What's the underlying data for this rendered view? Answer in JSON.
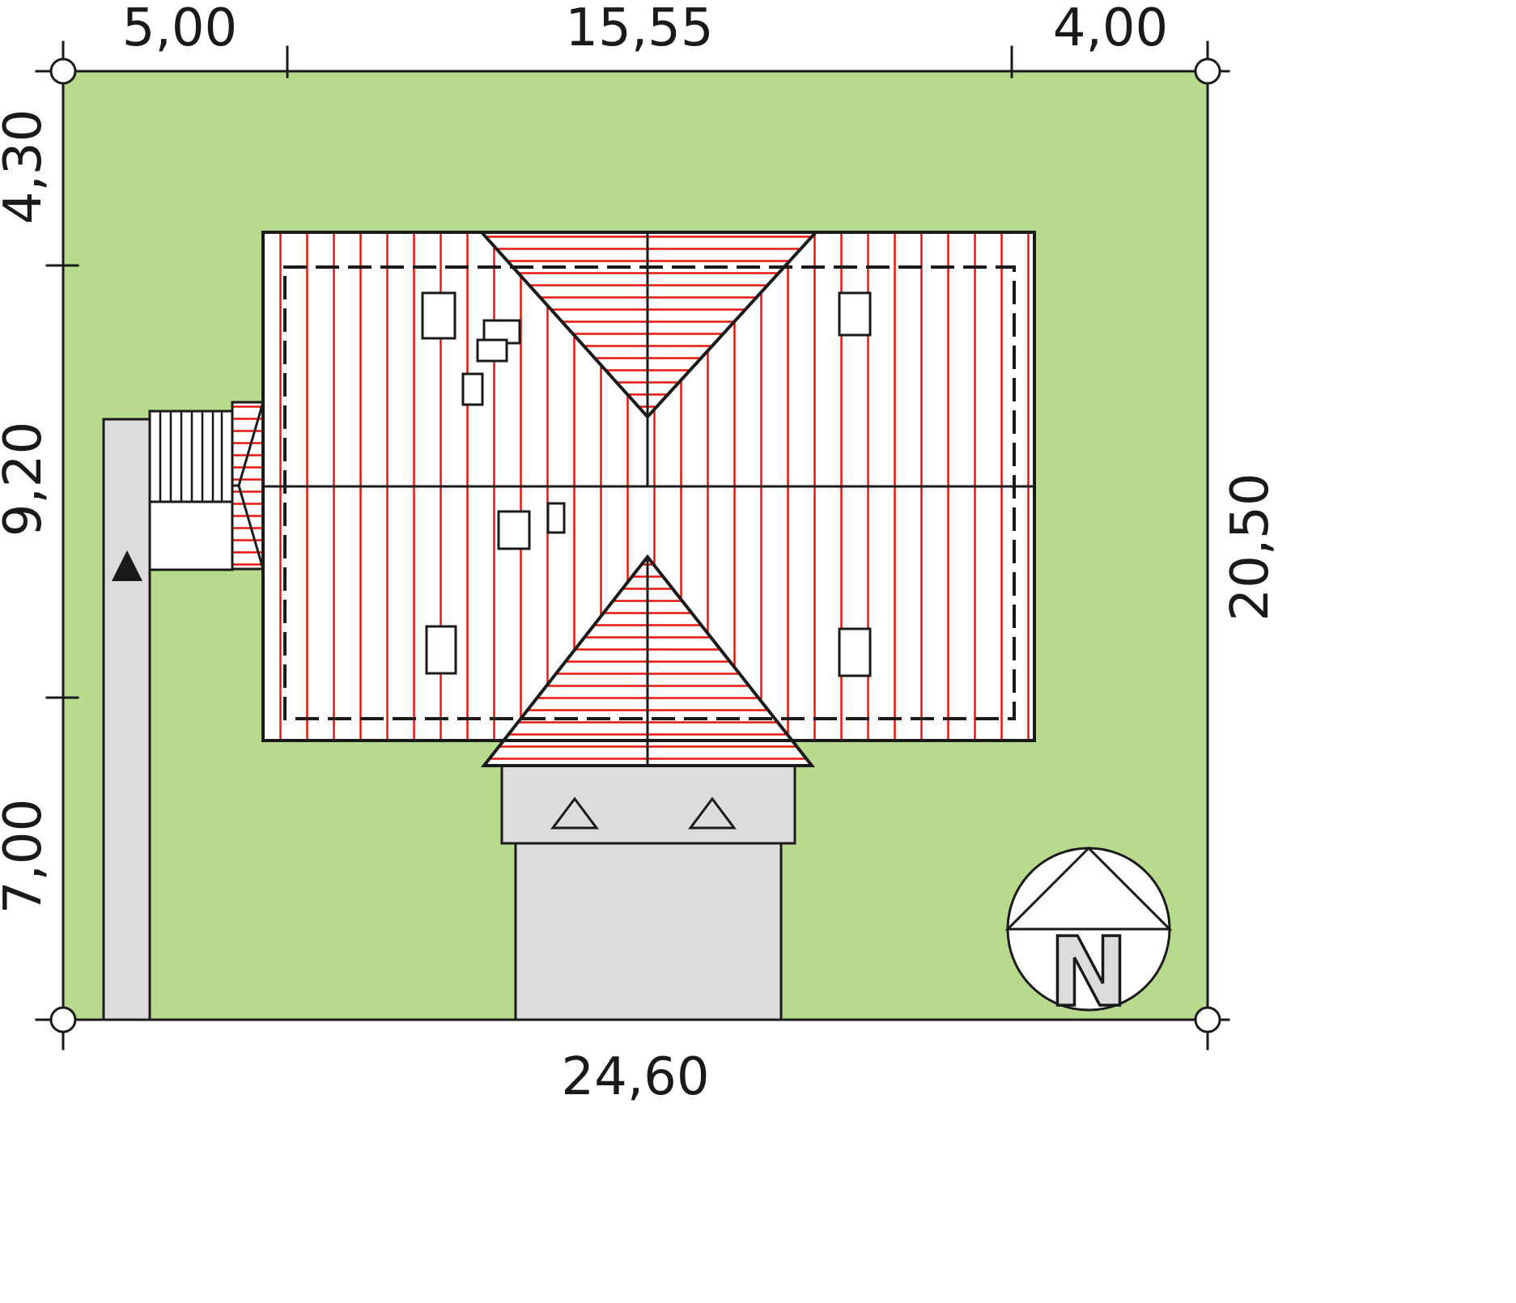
{
  "drawing": {
    "type": "architectural-site-plan",
    "description": "Plot plan with hip roof house, entrance walkway, driveway and north indicator"
  },
  "dimensions": {
    "top": [
      "5,00",
      "15,55",
      "4,00"
    ],
    "left": [
      "4,30",
      "9,20",
      "7,00"
    ],
    "right": [
      "20,50"
    ],
    "bottom": [
      "24,60"
    ]
  },
  "north": {
    "label": "N"
  },
  "colors": {
    "plot-green": "#b7da8d",
    "paving-gray": "#dcdcdc",
    "hatch-red": "#e8150d",
    "line-black": "#1a1a1a",
    "bg-white": "#ffffff"
  }
}
